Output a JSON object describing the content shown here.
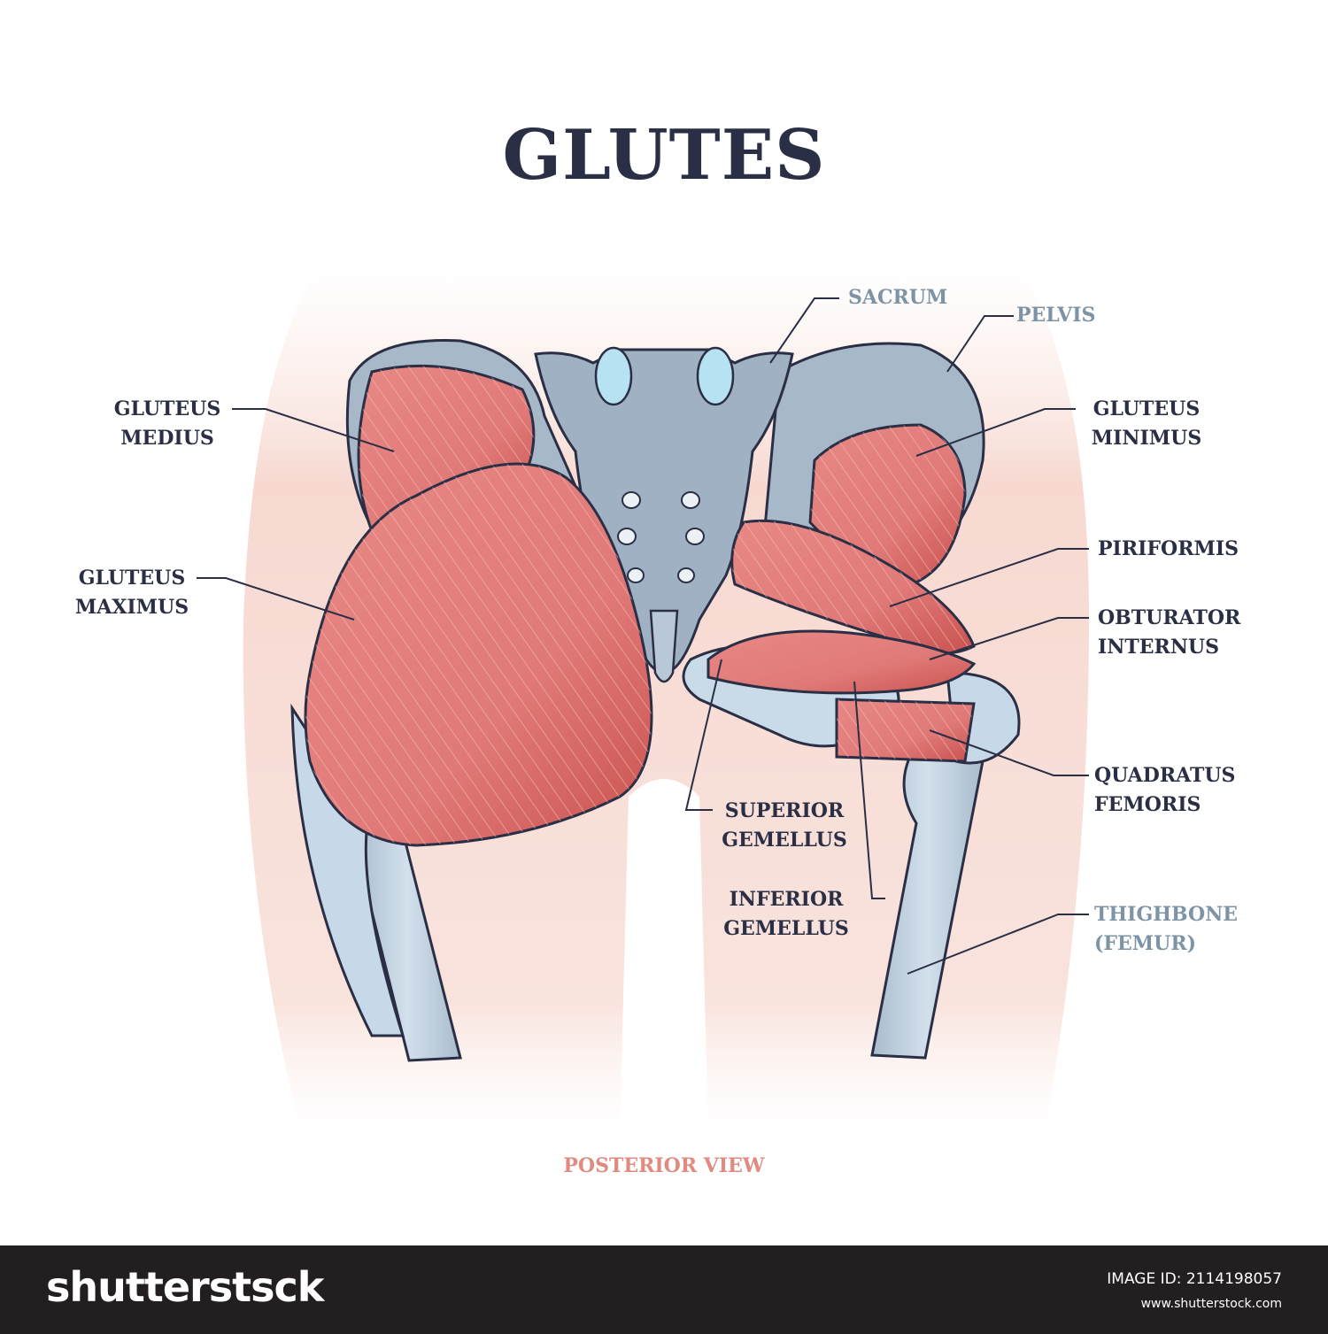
{
  "title": "GLUTES",
  "view_caption": "POSTERIOR VIEW",
  "labels": {
    "sacrum": "SACRUM",
    "pelvis": "PELVIS",
    "gluteus_medius": [
      "GLUTEUS",
      "MEDIUS"
    ],
    "gluteus_minimus": [
      "GLUTEUS",
      "MINIMUS"
    ],
    "gluteus_maximus": [
      "GLUTEUS",
      "MAXIMUS"
    ],
    "piriformis": "PIRIFORMIS",
    "obturator_internus": [
      "OBTURATOR",
      "INTERNUS"
    ],
    "quadratus_femoris": [
      "QUADRATUS",
      "FEMORIS"
    ],
    "superior_gemellus": [
      "SUPERIOR",
      "GEMELLUS"
    ],
    "inferior_gemellus": [
      "INFERIOR",
      "GEMELLUS"
    ],
    "thighbone": [
      "THIGHBONE",
      "(FEMUR)"
    ]
  },
  "colors": {
    "muscle": "#e07a78",
    "muscle_dark": "#c9524f",
    "bone": "#b9c8d8",
    "bone_outline": "#2a2f45",
    "skin": "#f7ddd6",
    "ink": "#2a2f45",
    "bone_label": "#7d93a6",
    "caption": "#e08a80",
    "footer_bg": "#231f20"
  },
  "footer": {
    "brand": "shutterstsck",
    "image_id": "IMAGE ID: 2114198057",
    "site": "www.shutterstock.com"
  }
}
